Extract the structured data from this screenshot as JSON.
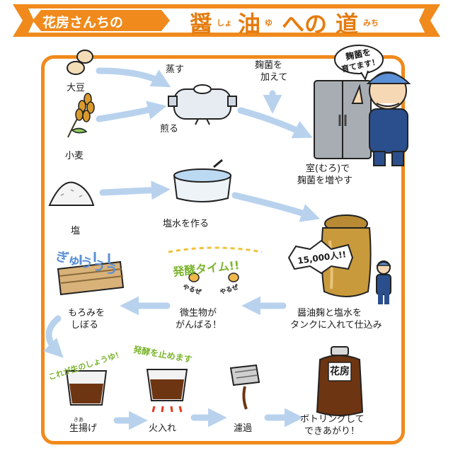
{
  "title": {
    "brand": "花房さんちの",
    "chars": [
      {
        "main": "醤",
        "ruby": "しょ"
      },
      {
        "main": "油",
        "ruby": "ゆ"
      },
      {
        "main": "への",
        "ruby": ""
      },
      {
        "main": "道",
        "ruby": "みち"
      }
    ]
  },
  "steps": {
    "soybean": "大豆",
    "wheat": "小麦",
    "salt": "塩",
    "steam": "蒸す",
    "roast": "煎る",
    "add_koji": [
      "麹菌を",
      "加えて"
    ],
    "brine": "塩水を作る",
    "muro": [
      "室(むろ)で",
      "麹菌を増やす"
    ],
    "tank": [
      "醤油麹と塩水を",
      "タンクに入れて仕込み"
    ],
    "microbes": [
      "微生物が",
      "がんばる！"
    ],
    "press": [
      "もろみを",
      "しぼる"
    ],
    "raw": "生揚げ",
    "raw_ruby": "きあ",
    "heat": "火入れ",
    "filter": "濾過",
    "bottle": [
      "ボトリングして",
      "できあがり！"
    ]
  },
  "callouts": {
    "grow_koji": [
      "麹菌を",
      "育てます！"
    ],
    "people": "15,000人!!",
    "ferment_time": "発酵タイム!!",
    "yaruze_1": "やるぜ",
    "yaruze_2": "やるぜ",
    "squeeze": "ぎゅううう",
    "this_is_raw": "これが生のしょうゆ！",
    "stop_ferment": "発酵を止めます",
    "bottle_label": "花房"
  },
  "colors": {
    "accent": "#f08a1c",
    "arrow": "#b8d2ee",
    "soy": "#6e3512",
    "tank": "#c99a3c"
  }
}
